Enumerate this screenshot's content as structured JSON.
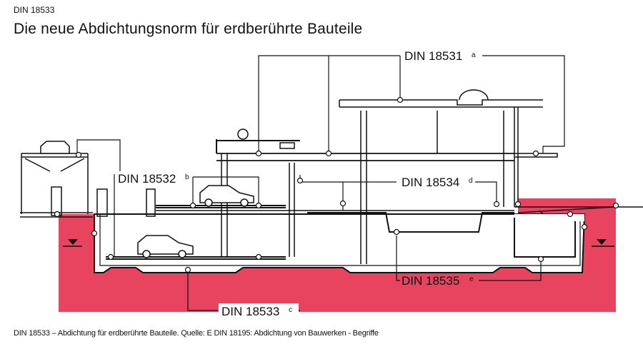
{
  "header": {
    "kicker": "DIN 18533",
    "title": "Die neue Abdichtungsnorm für erdberührte Bauteile"
  },
  "diagram": {
    "labels": [
      {
        "text": "DIN 18531",
        "suffix": "a"
      },
      {
        "text": "DIN 18532",
        "suffix": "b"
      },
      {
        "text": "DIN 18533",
        "suffix": "c"
      },
      {
        "text": "DIN 18534",
        "suffix": "d"
      },
      {
        "text": "DIN 18535",
        "suffix": "e"
      }
    ],
    "colors": {
      "soil": "#e8435f",
      "line": "#111111"
    }
  },
  "caption": "DIN 18533 – Abdichtung für erdberührte Bauteile. Quelle: E DIN 18195: Abdichtung von Bauwerken - Begriffe"
}
